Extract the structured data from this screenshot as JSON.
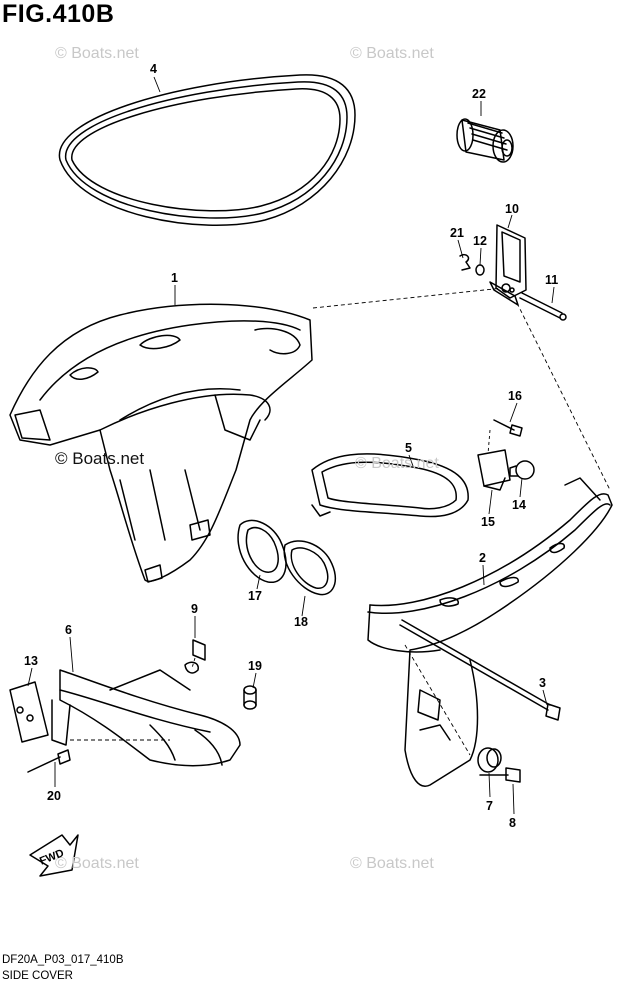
{
  "figure": {
    "title": "FIG.410B",
    "drawing_code": "DF20A_P03_017_410B",
    "caption": "SIDE COVER"
  },
  "watermarks": {
    "light": "© Boats.net",
    "dark": "© Boats.net"
  },
  "fwd_arrow_label": "FWD",
  "callouts": [
    "1",
    "2",
    "3",
    "4",
    "5",
    "6",
    "7",
    "8",
    "9",
    "10",
    "11",
    "12",
    "13",
    "14",
    "15",
    "16",
    "17",
    "18",
    "19",
    "20",
    "21",
    "22"
  ]
}
